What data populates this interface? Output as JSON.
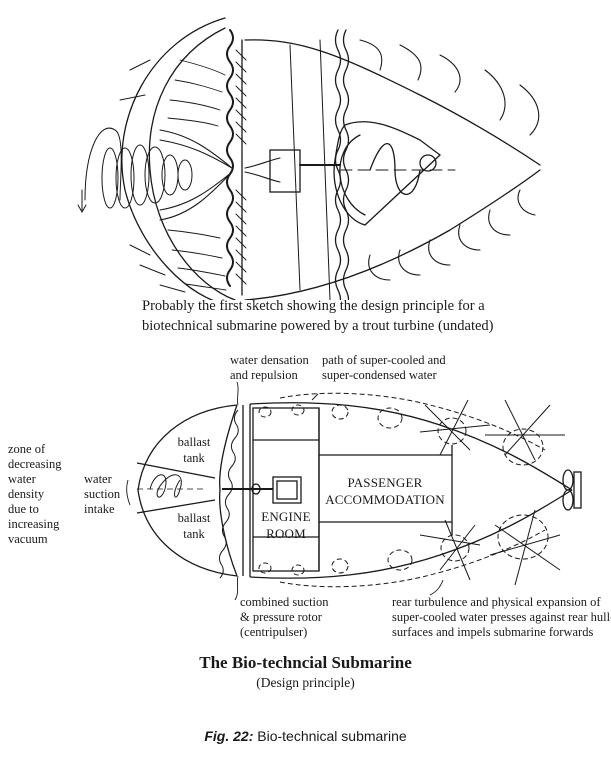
{
  "sketch": {
    "caption_line1": "Probably the first sketch showing the design principle for a",
    "caption_line2": "biotechnical submarine powered by a trout turbine (undated)"
  },
  "diagram": {
    "labels": {
      "water_densation_1": "water densation",
      "water_densation_2": "and repulsion",
      "path_1": "path of super-cooled and",
      "path_2": "super-condensed water",
      "zone_1": "zone of",
      "zone_2": "decreasing",
      "zone_3": "water",
      "zone_4": "density",
      "zone_5": "due to",
      "zone_6": "increasing",
      "zone_7": "vacuum",
      "intake_1": "water",
      "intake_2": "suction",
      "intake_3": "intake",
      "ballast_top_1": "ballast",
      "ballast_top_2": "tank",
      "ballast_bottom_1": "ballast",
      "ballast_bottom_2": "tank",
      "engine_1": "ENGINE",
      "engine_2": "ROOM",
      "passenger_1": "PASSENGER",
      "passenger_2": "ACCOMMODATION",
      "rotor_1": "combined suction",
      "rotor_2": "& pressure rotor",
      "rotor_3": "(centripulser)",
      "rear_1": "rear turbulence and physical expansion of",
      "rear_2": "super-cooled water presses against rear hull-",
      "rear_3": "surfaces and impels submarine forwards"
    },
    "title": "The Bio-techncial Submarine",
    "subtitle": "(Design principle)"
  },
  "figure": {
    "number": "Fig. 22:",
    "caption": "Bio-technical submarine"
  }
}
